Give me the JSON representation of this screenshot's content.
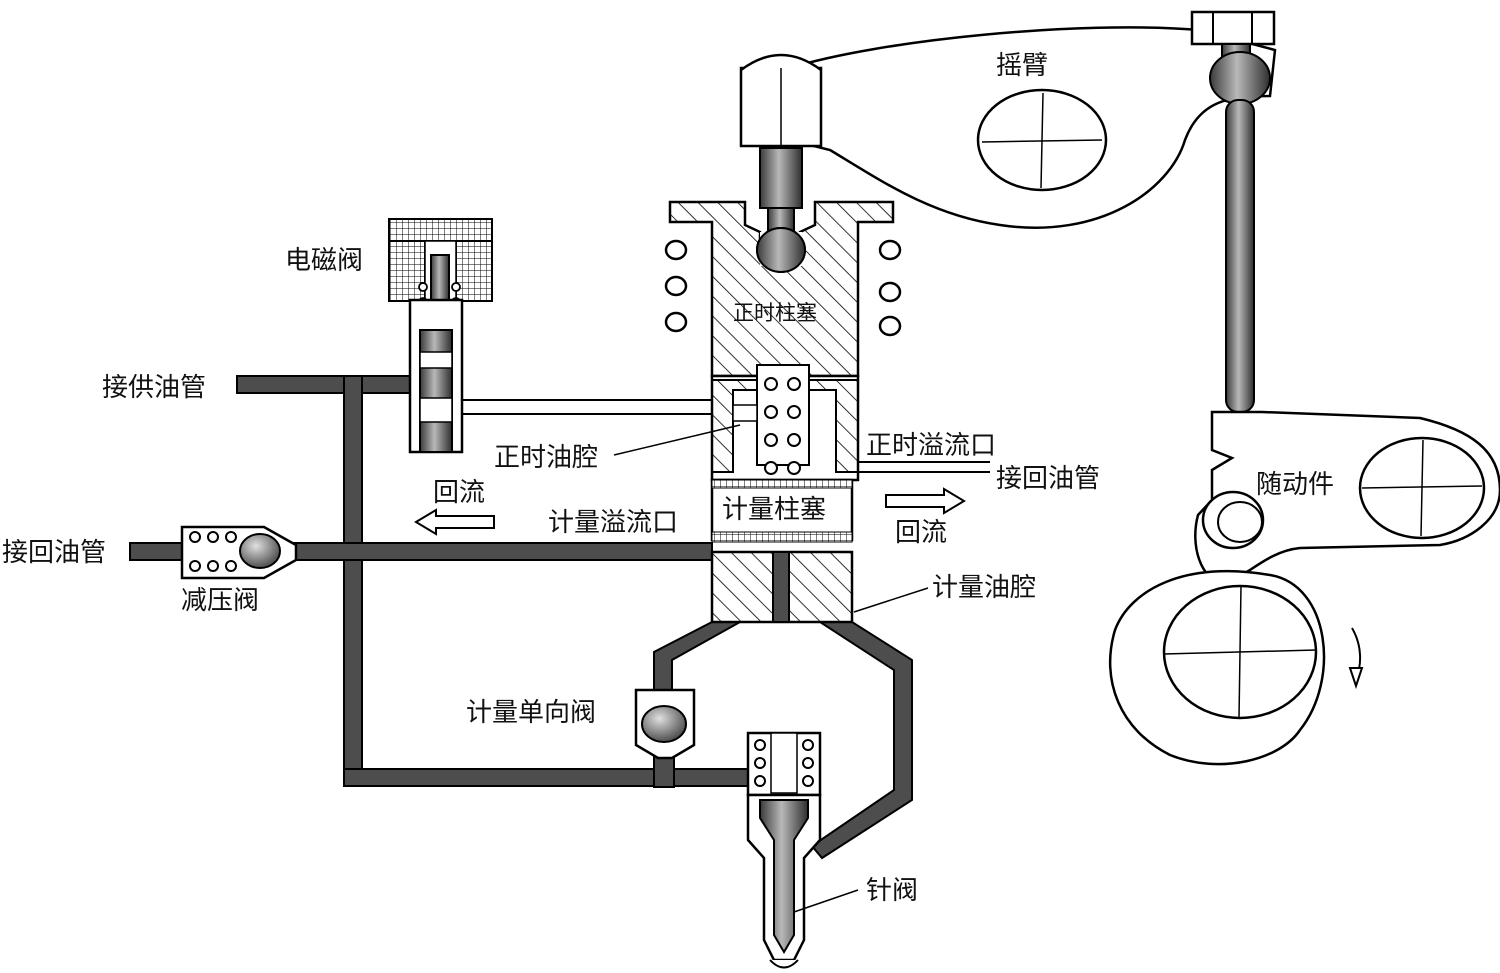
{
  "labels": {
    "rocker_arm": "摇臂",
    "solenoid_valve": "电磁阀",
    "timing_plunger": "正时柱塞",
    "supply_pipe": "接供油管",
    "timing_chamber": "正时油腔",
    "timing_spill_port": "正时溢流口",
    "return_pipe_right": "接回油管",
    "return_flow_left": "回流",
    "metering_plunger": "计量柱塞",
    "metering_spill_port": "计量溢流口",
    "return_flow_right": "回流",
    "return_pipe_left": "接回油管",
    "pressure_reducing_valve": "减压阀",
    "metering_chamber": "计量油腔",
    "metering_check_valve": "计量单向阀",
    "follower": "随动件",
    "needle_valve": "针阀"
  },
  "colors": {
    "passage": "#4d4d4d",
    "outline": "#000000",
    "background": "#ffffff",
    "metal": "#7a7a7a"
  }
}
